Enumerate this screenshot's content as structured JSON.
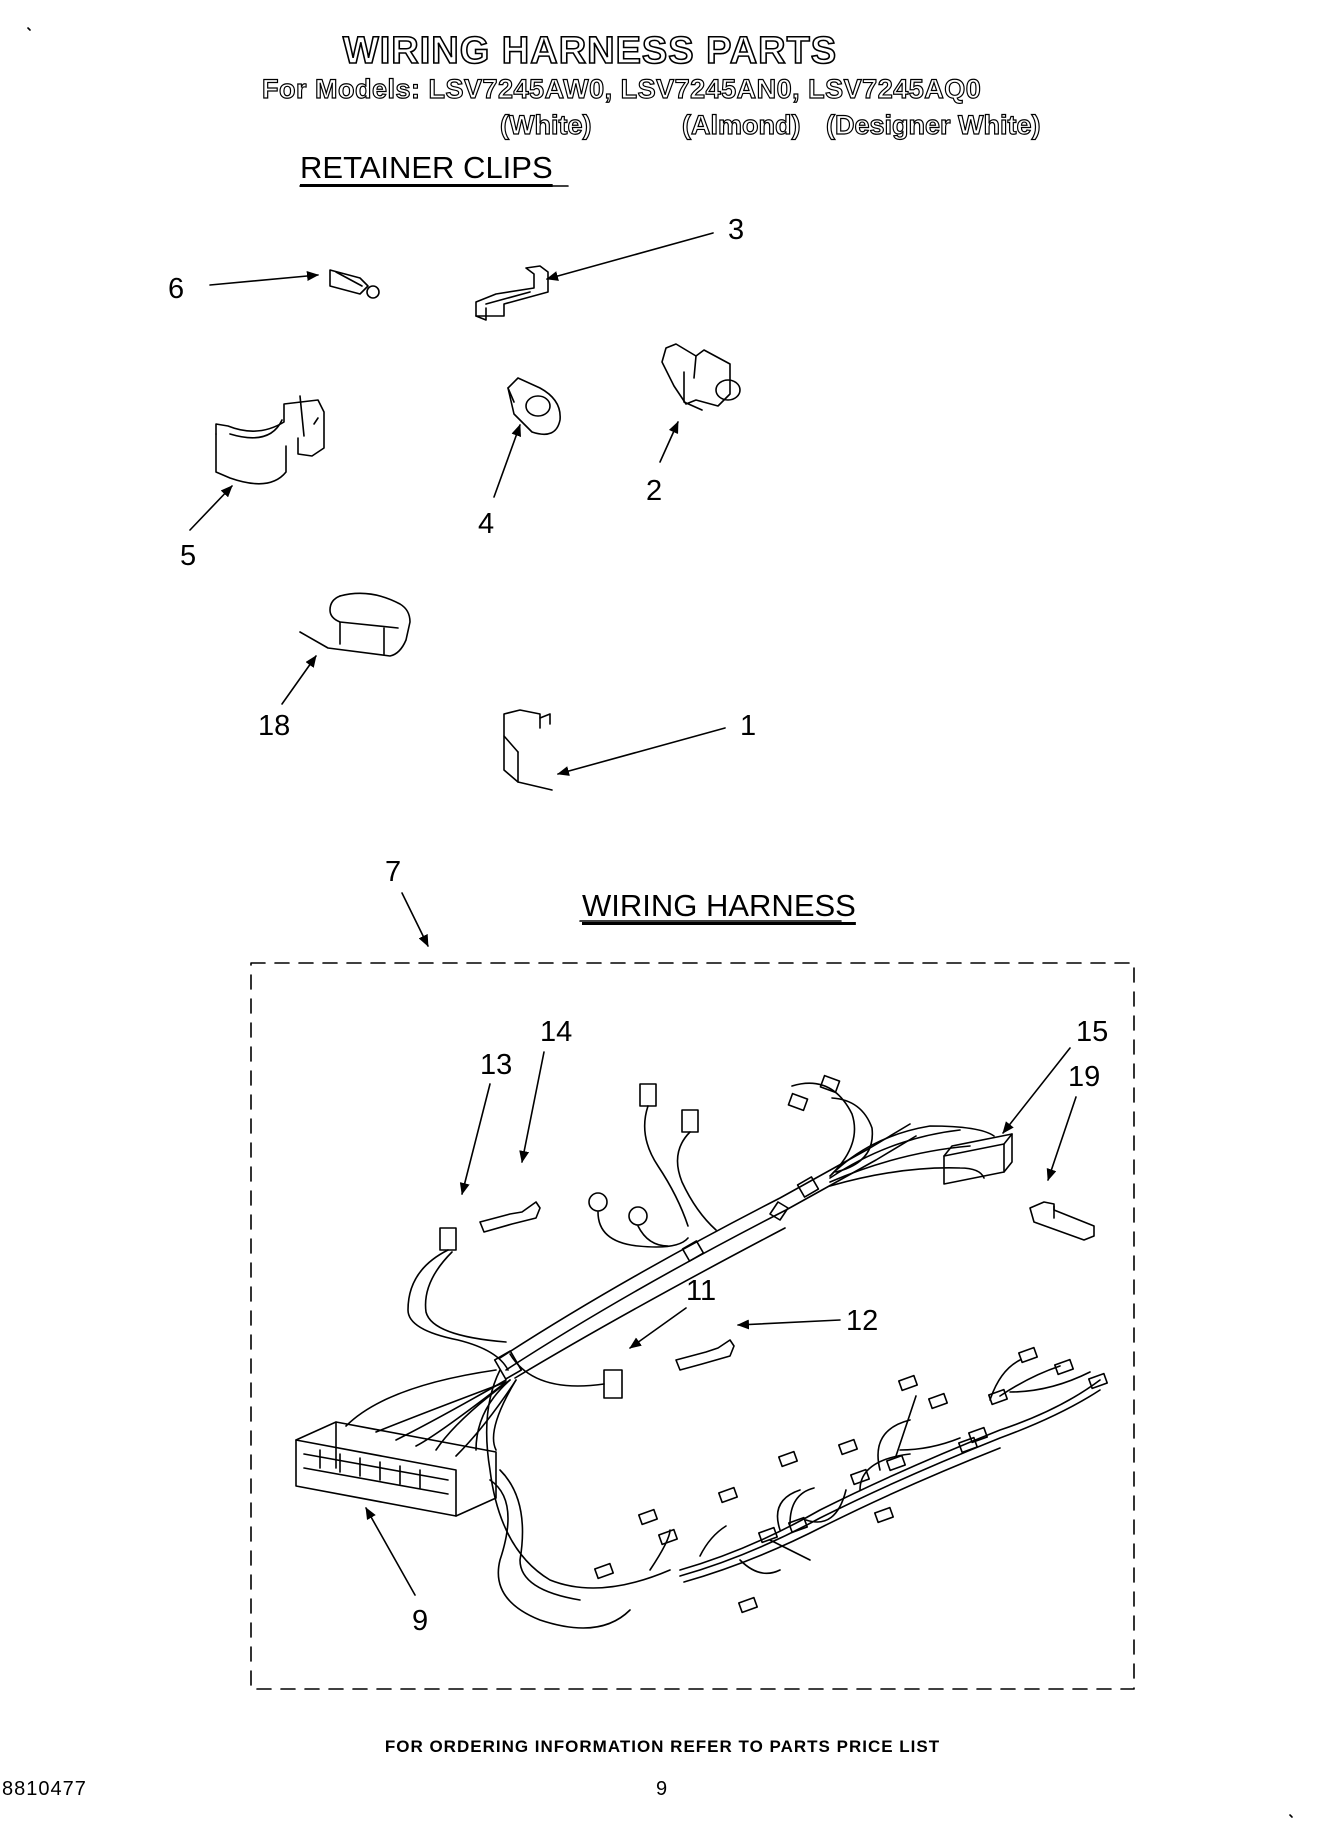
{
  "header": {
    "title": "WIRING HARNESS PARTS",
    "models_line": "For Models: LSV7245AW0,  LSV7245AN0, LSV7245AQ0",
    "color_white": "(White)",
    "color_almond": "(Almond)",
    "color_designer_white": "(Designer White)"
  },
  "sections": {
    "retainer_clips": "RETAINER CLIPS",
    "wiring_harness": "WIRING HARNESS"
  },
  "callouts": {
    "c1": "1",
    "c2": "2",
    "c3": "3",
    "c4": "4",
    "c5": "5",
    "c6": "6",
    "c7": "7",
    "c9": "9",
    "c11": "11",
    "c12": "12",
    "c13": "13",
    "c14": "14",
    "c15": "15",
    "c18": "18",
    "c19": "19"
  },
  "footer": {
    "ordering_note": "FOR ORDERING INFORMATION REFER TO PARTS PRICE LIST",
    "doc_number": "8810477",
    "page_number": "9"
  }
}
